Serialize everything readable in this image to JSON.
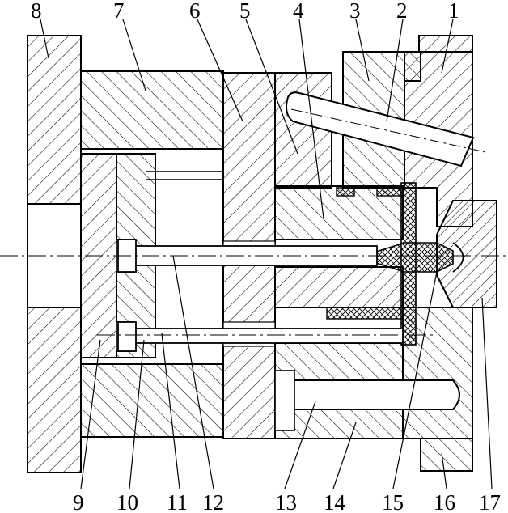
{
  "labels": {
    "top": [
      "8",
      "7",
      "6",
      "5",
      "4",
      "3",
      "2",
      "1"
    ],
    "bottom": [
      "9",
      "10",
      "11",
      "12",
      "13",
      "14",
      "15",
      "16",
      "17"
    ]
  },
  "colors": {
    "ink": "#000000",
    "paper": "#ffffff"
  }
}
